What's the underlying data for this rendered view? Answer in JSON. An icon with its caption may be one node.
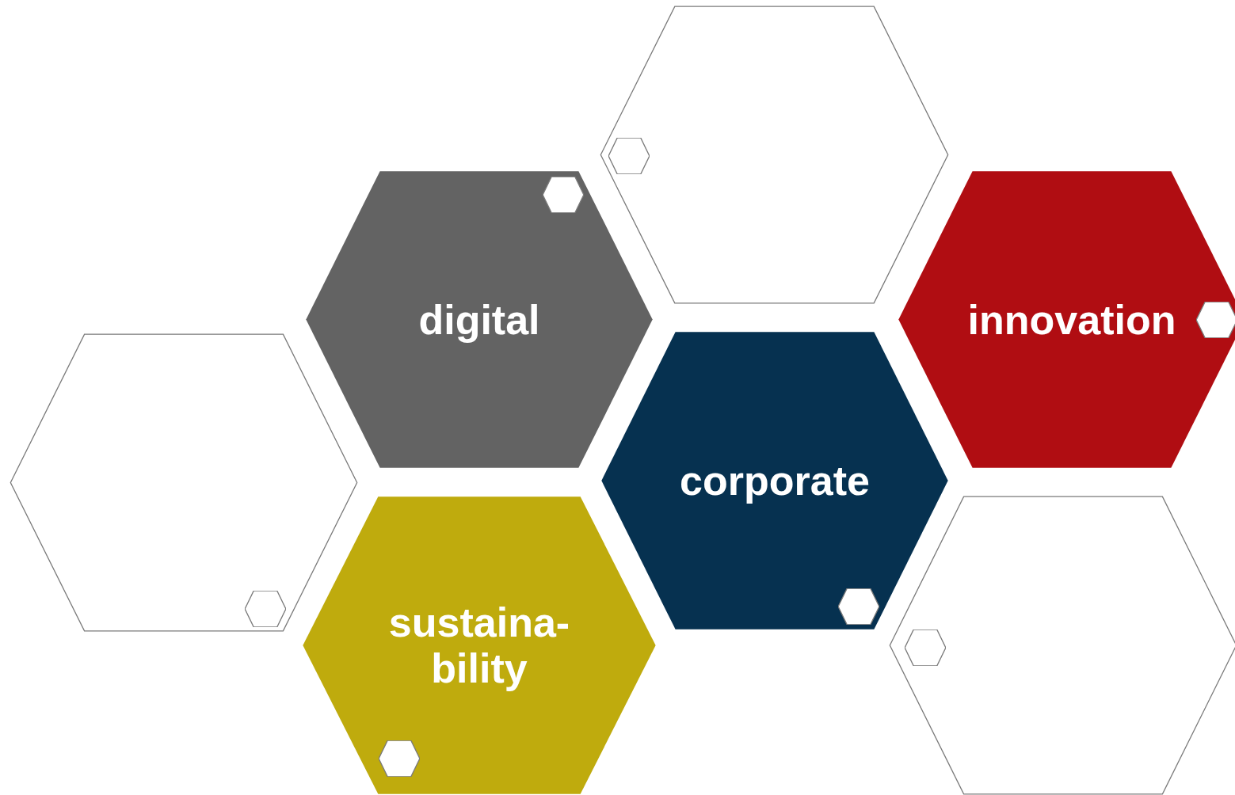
{
  "diagram": {
    "nodes": [
      {
        "text": [],
        "shape": "hexagon"
      },
      {
        "text": [
          "digital"
        ]
      },
      {
        "text": [
          "innovation"
        ]
      },
      {
        "text": [
          "corporate"
        ]
      },
      {
        "text": [],
        "shape": "hexagon"
      },
      {
        "text": [
          "sustaina- bility"
        ]
      },
      {
        "text": [],
        "shape": "hexagon"
      }
    ]
  }
}
